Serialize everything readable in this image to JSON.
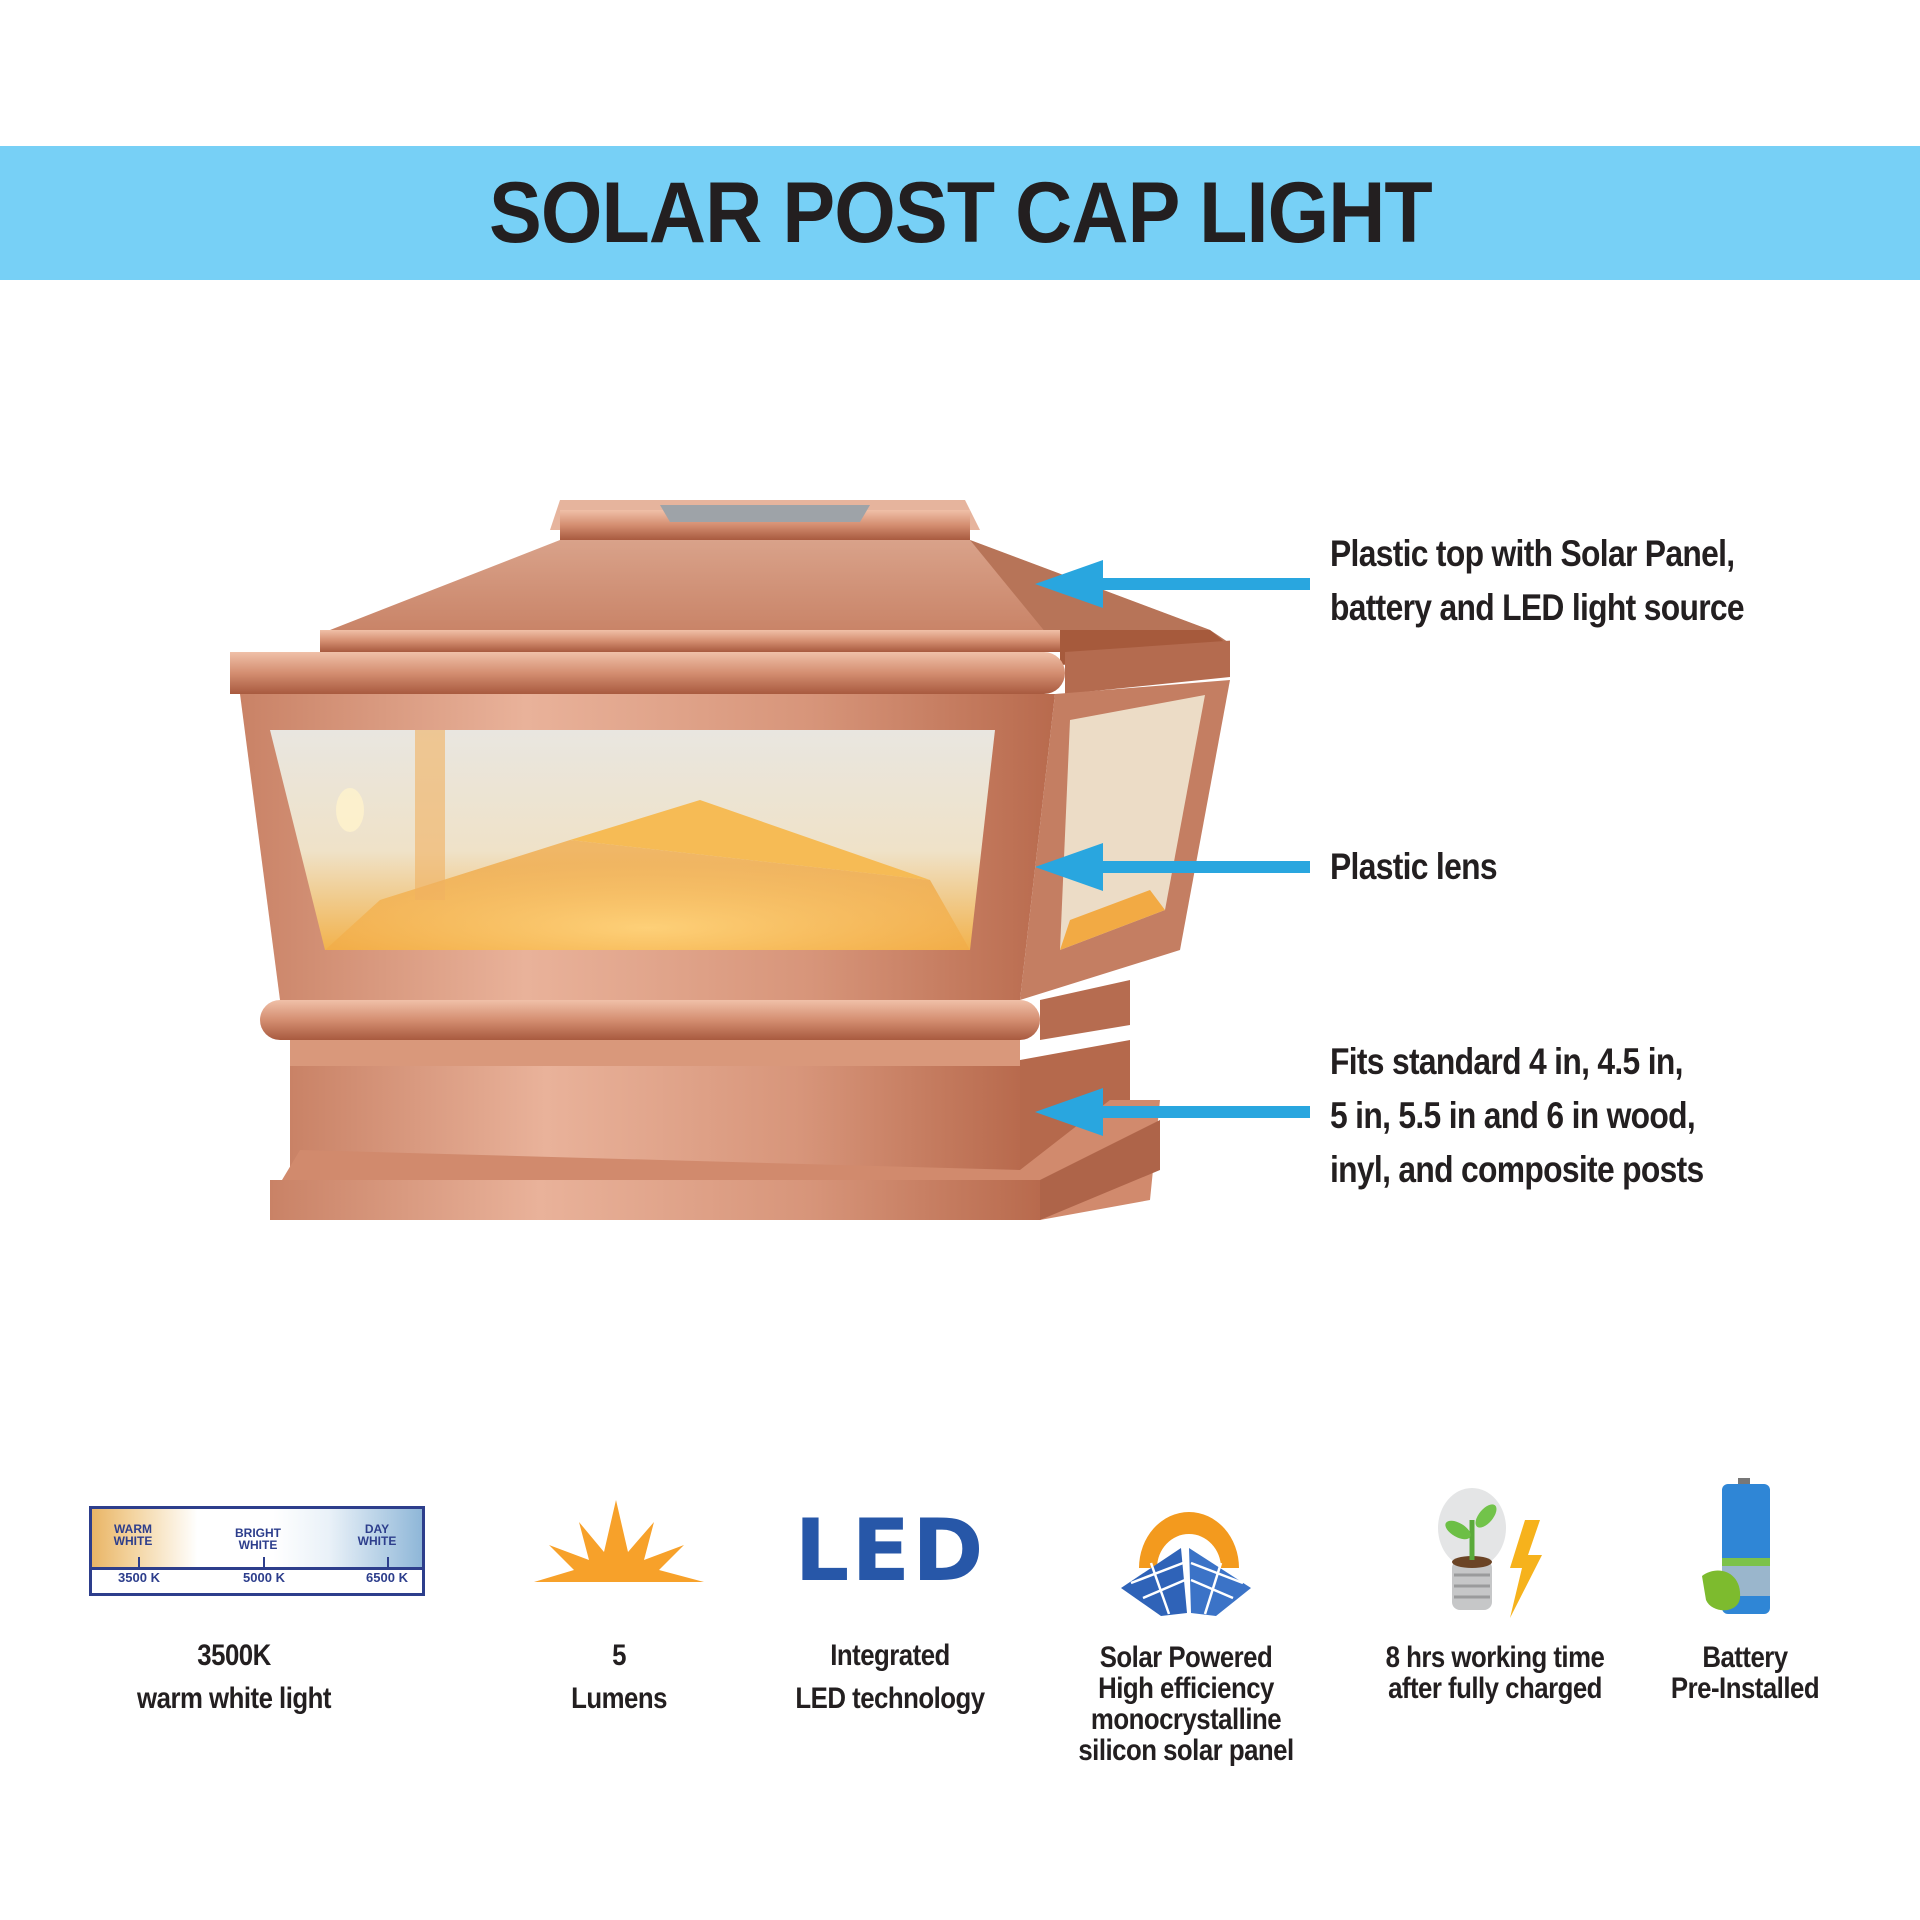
{
  "header": {
    "title": "SOLAR POST CAP LIGHT",
    "banner_color": "#77d0f6"
  },
  "product": {
    "name": "copper solar post cap light",
    "colors": {
      "copper_light": "#e7a98c",
      "copper_mid": "#d28d70",
      "copper_dark": "#a9583d",
      "glow": "#f7b84a",
      "arrow": "#29a6df"
    }
  },
  "callouts": [
    {
      "lines": [
        "Plastic top with Solar Panel,",
        "battery and LED light source"
      ]
    },
    {
      "lines": [
        "Plastic lens"
      ]
    },
    {
      "lines": [
        "Fits standard 4 in, 4.5 in,",
        "5 in, 5.5 in and 6 in wood,",
        "inyl, and composite posts"
      ]
    }
  ],
  "color_temperature_scale": {
    "captions": [
      [
        "WARM",
        "WHITE"
      ],
      [
        "BRIGHT",
        "WHITE"
      ],
      [
        "DAY",
        "WHITE"
      ]
    ],
    "values": [
      "3500 K",
      "5000 K",
      "6500 K"
    ]
  },
  "led_logo": "LED",
  "features": [
    {
      "icon": "color-temperature-scale-icon",
      "lines": [
        "3500K",
        "warm white light"
      ]
    },
    {
      "icon": "sun-burst-icon",
      "lines": [
        "5",
        "Lumens"
      ]
    },
    {
      "icon": "led-logo-icon",
      "lines": [
        "Integrated",
        "LED technology"
      ]
    },
    {
      "icon": "solar-panel-icon",
      "lines": [
        "Solar Powered",
        "High efficiency",
        "monocrystalline",
        "silicon solar panel"
      ]
    },
    {
      "icon": "eco-bulb-lightning-icon",
      "lines": [
        "8 hrs working time",
        "after fully charged"
      ]
    },
    {
      "icon": "battery-leaf-icon",
      "lines": [
        "Battery",
        "Pre-Installed"
      ]
    }
  ]
}
